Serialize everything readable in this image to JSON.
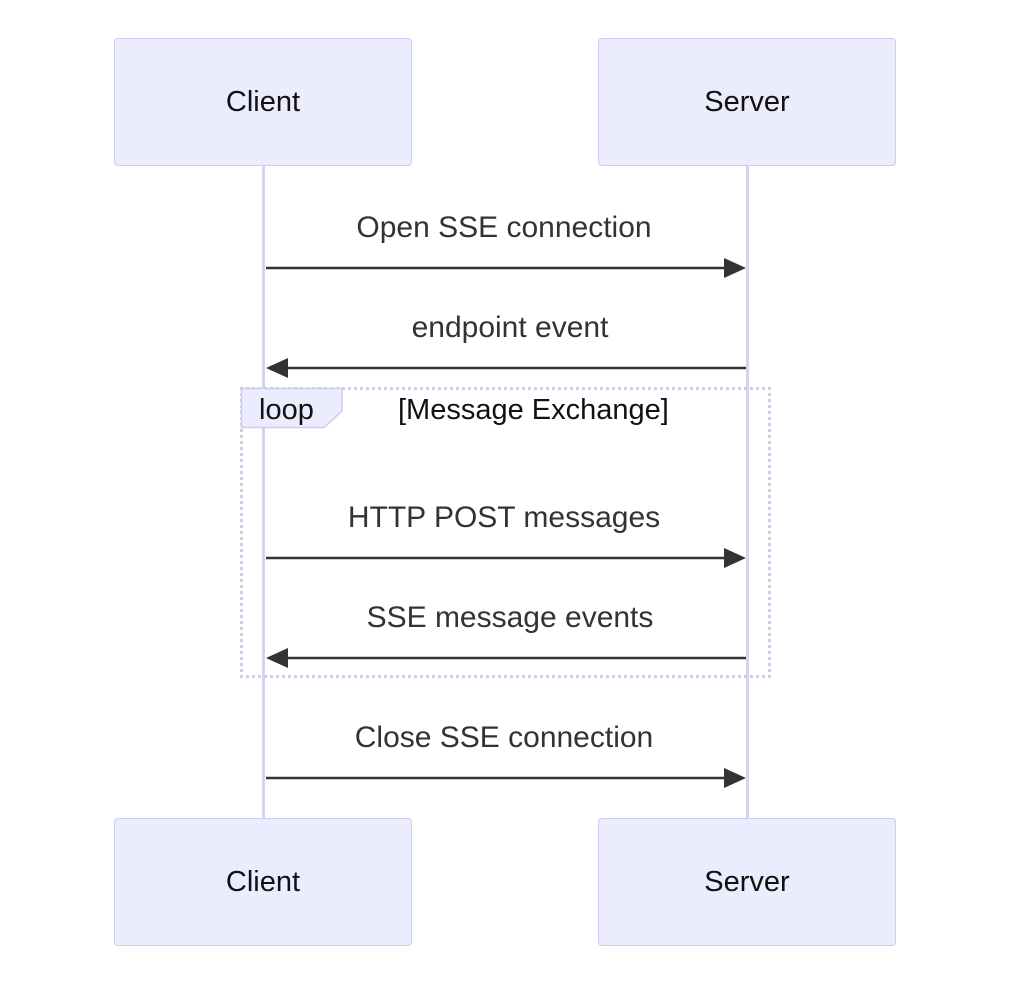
{
  "participants": {
    "client": "Client",
    "server": "Server"
  },
  "messages": [
    {
      "label": "Open SSE connection",
      "from": "client",
      "to": "server"
    },
    {
      "label": "endpoint event",
      "from": "server",
      "to": "client"
    },
    {
      "label": "HTTP POST messages",
      "from": "client",
      "to": "server"
    },
    {
      "label": "SSE message events",
      "from": "server",
      "to": "client"
    },
    {
      "label": "Close SSE connection",
      "from": "client",
      "to": "server"
    }
  ],
  "loop": {
    "keyword": "loop",
    "condition": "[Message Exchange]"
  },
  "colors": {
    "actor_fill": "#ECECFF",
    "actor_border": "#CFCBEE",
    "lifeline": "#D6D2F0",
    "arrow": "#333333"
  }
}
